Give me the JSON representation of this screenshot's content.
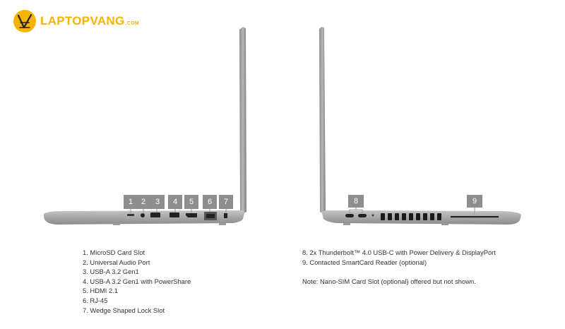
{
  "brand": {
    "name": "LAPTOPVANG",
    "domain_suffix": ".COM",
    "accent": "#f5b400"
  },
  "left_view": {
    "port_tags": [
      "1",
      "2",
      "3",
      "4",
      "5",
      "6",
      "7"
    ],
    "legend": [
      "1. MicroSD Card Slot",
      "2. Universal Audio Port",
      "3. USB-A 3.2 Gen1",
      "4. USB-A 3.2 Gen1 with PowerShare",
      "5. HDMI 2.1",
      "6. RJ-45",
      "7. Wedge Shaped Lock Slot"
    ]
  },
  "right_view": {
    "port_tags": [
      "8",
      "9"
    ],
    "legend": [
      "8. 2x Thunderbolt™ 4.0 USB-C with Power Delivery & DisplayPort",
      "9. Contacted SmartCard Reader (optional)"
    ],
    "note": "Note: Nano-SIM Card Slot (optional) offered but not shown."
  },
  "colors": {
    "chassis": "#a9a9a9",
    "tag": "#8e8e8e",
    "text": "#333333"
  }
}
